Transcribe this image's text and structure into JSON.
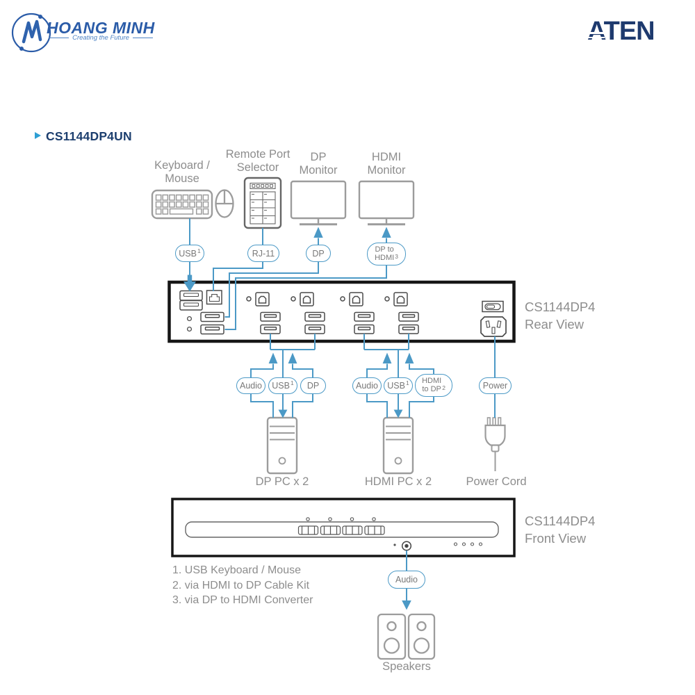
{
  "header": {
    "brand": {
      "name": "HOANG MINH",
      "tagline": "Creating the Future"
    },
    "vendor": "ATEN"
  },
  "title": {
    "model": "CS1144DP4UN"
  },
  "diagram": {
    "devices": {
      "keyboard_mouse": "Keyboard /\nMouse",
      "remote_port_selector": "Remote Port\nSelector",
      "dp_monitor": "DP\nMonitor",
      "hdmi_monitor": "HDMI\nMonitor",
      "dp_pc": "DP PC x 2",
      "hdmi_pc": "HDMI PC x 2",
      "power_cord": "Power Cord",
      "speakers": "Speakers"
    },
    "views": {
      "rear": "CS1144DP4\nRear View",
      "front": "CS1144DP4\nFront View"
    },
    "cables": {
      "usb_console": {
        "label": "USB",
        "sup": "1"
      },
      "rj11": {
        "label": "RJ-11"
      },
      "dp_display": {
        "label": "DP"
      },
      "dp_to_hdmi": {
        "label": "DP to\nHDMI",
        "sup": "3"
      },
      "audio1": {
        "label": "Audio"
      },
      "usb1": {
        "label": "USB",
        "sup": "1"
      },
      "dp_pc": {
        "label": "DP"
      },
      "audio2": {
        "label": "Audio"
      },
      "usb2": {
        "label": "USB",
        "sup": "1"
      },
      "hdmi_to_dp": {
        "label": "HDMI\nto DP",
        "sup": "2"
      },
      "power": {
        "label": "Power"
      },
      "audio_front": {
        "label": "Audio"
      }
    },
    "notes": {
      "n1": "1. USB Keyboard / Mouse",
      "n2": "2. via HDMI to DP Cable Kit",
      "n3": "3. via DP to HDMI Converter"
    }
  },
  "colors": {
    "accent_line": "#4B99C6",
    "brand_navy": "#1E3A6E",
    "brand_blue": "#2B5CA8",
    "title_navy": "#1C3E6E",
    "title_arrow": "#2E9FD4",
    "device_gray": "#9C9C9C",
    "text_gray": "#8D8D8D"
  }
}
